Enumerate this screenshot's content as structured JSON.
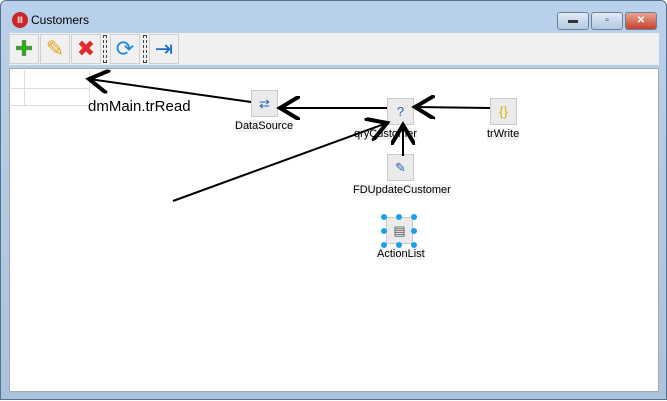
{
  "window": {
    "title": "Customers",
    "minimize": "▬",
    "maximize": "▫",
    "close": "✕"
  },
  "toolbar": {
    "add": "✚",
    "edit": "✎",
    "delete": "✖",
    "refresh": "⟳",
    "exit": "⇥"
  },
  "components": {
    "datasource": "DataSource",
    "query": "qryCustomer",
    "transaction": "trWrite",
    "update": "FDUpdateCustomer",
    "actionlist": "ActionList"
  },
  "annotation": "dmMain.trRead"
}
